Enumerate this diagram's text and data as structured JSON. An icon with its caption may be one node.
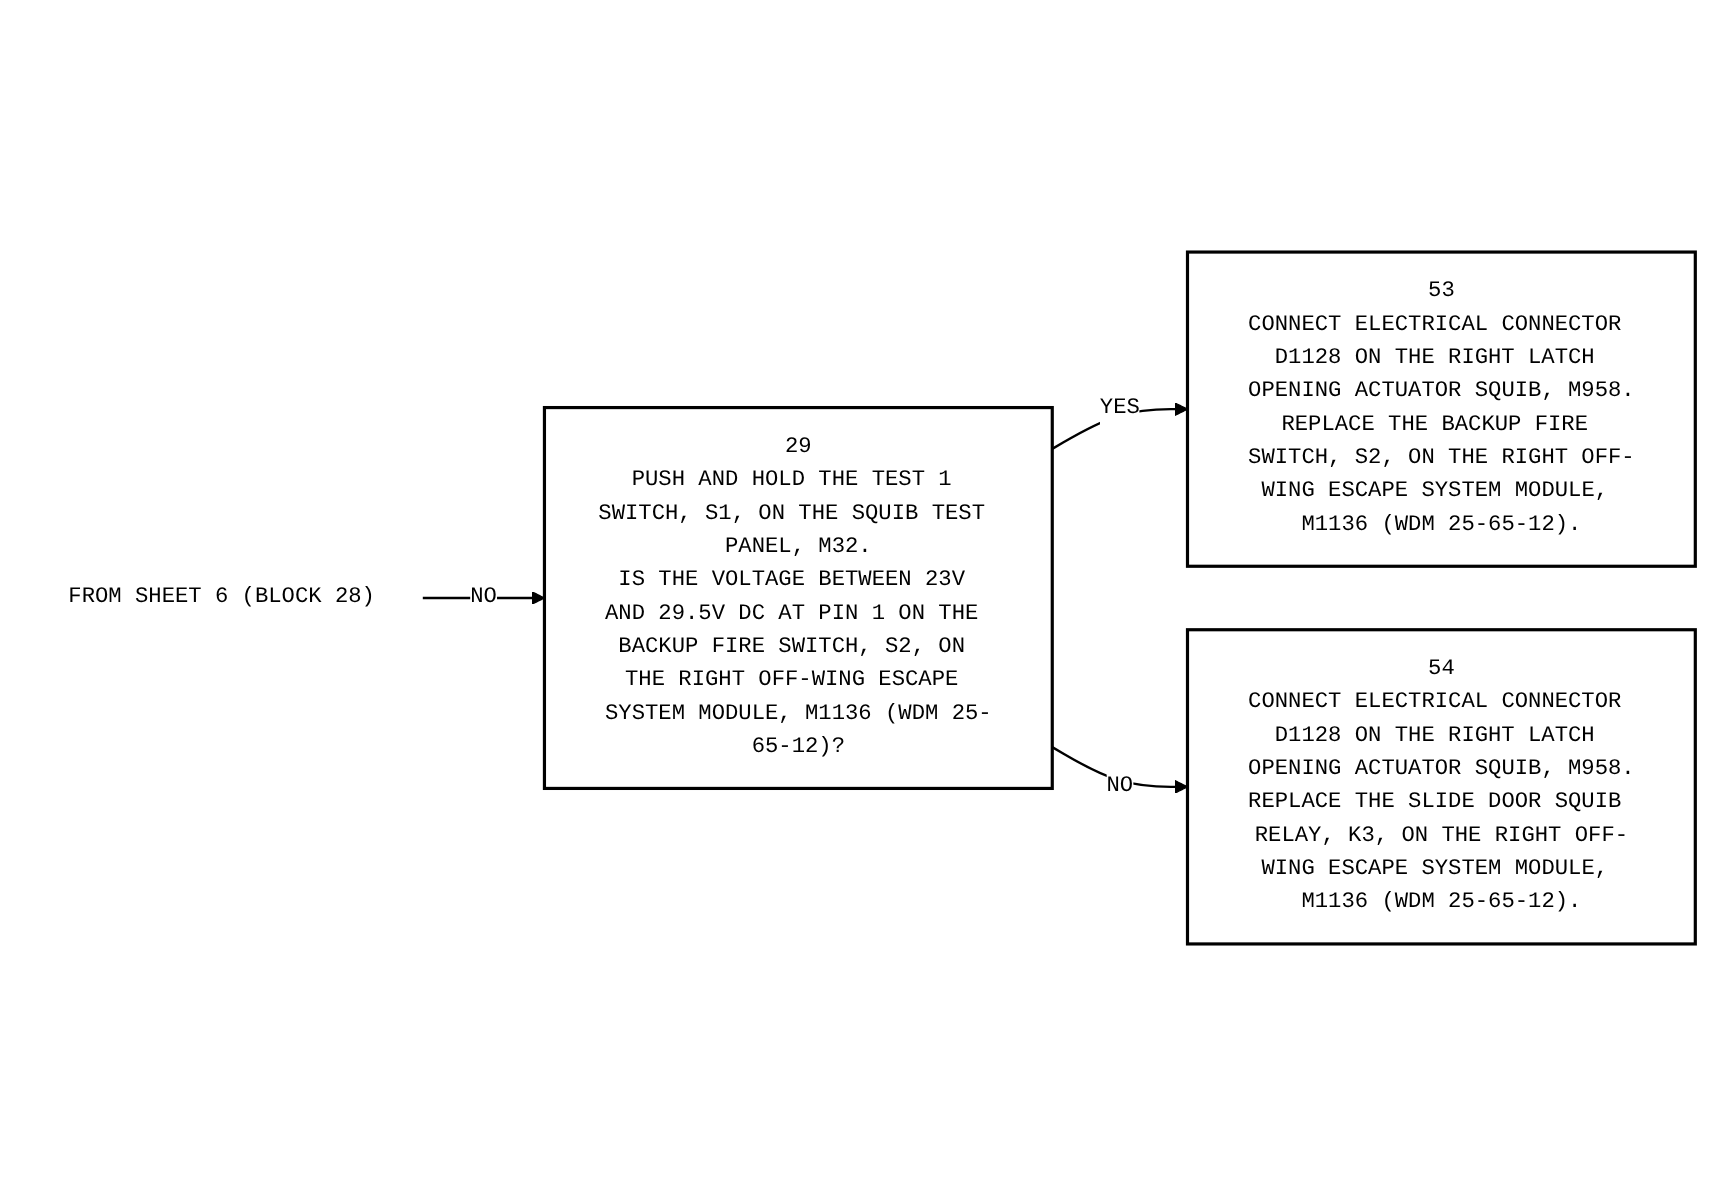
{
  "diagram": {
    "nodes": [
      {
        "text": [
          "FROM SHEET 6 (BLOCK 28)"
        ]
      },
      {
        "text": [
          "29",
          "PUSH AND HOLD THE TEST 1 SWITCH, S1, ON THE SQUIB TEST PANEL, M32.",
          "IS THE VOLTAGE BETWEEN 23V AND 29.5V DC AT PIN 1 ON THE BACKUP FIRE SWITCH, S2, ON THE RIGHT OFF-WING ESCAPE SYSTEM MODULE, M1136 (WDM 25-65-12)?"
        ]
      },
      {
        "text": [
          "53",
          "CONNECT ELECTRICAL CONNECTOR D1128 ON THE RIGHT LATCH OPENING ACTUATOR SQUIB, M958.",
          "REPLACE THE BACKUP FIRE SWITCH, S2, ON THE RIGHT OFF-WING ESCAPE SYSTEM MODULE, M1136 (WDM 25-65-12)."
        ]
      },
      {
        "text": [
          "54",
          "CONNECT ELECTRICAL CONNECTOR D1128 ON THE RIGHT LATCH OPENING ACTUATOR SQUIB, M958.",
          "REPLACE THE SLIDE DOOR SQUIB RELAY, K3, ON THE RIGHT OFF-WING ESCAPE SYSTEM MODULE, M1136 (WDM 25-65-12)."
        ]
      }
    ],
    "edges": [
      {
        "from": 0,
        "to": 1,
        "arrow": "to",
        "label": "NO"
      },
      {
        "from": 1,
        "to": 2,
        "arrow": "to",
        "label": "YES"
      },
      {
        "from": 1,
        "to": 3,
        "arrow": "to",
        "label": "NO"
      }
    ]
  }
}
